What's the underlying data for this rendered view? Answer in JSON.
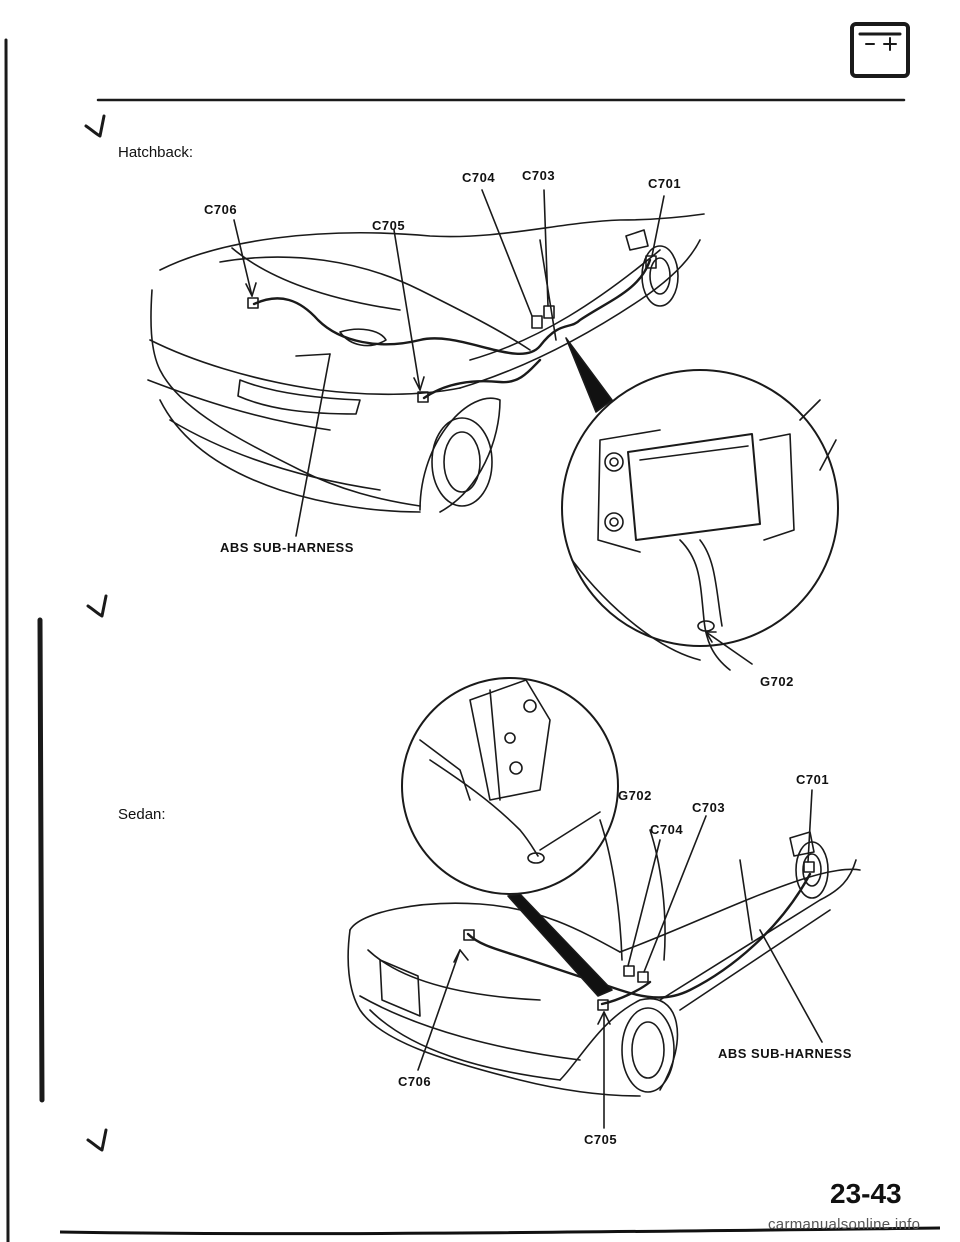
{
  "icons": {
    "section_icon": "battery-icon"
  },
  "hatchback": {
    "heading": "Hatchback:",
    "labels": {
      "c706": "C706",
      "c705": "C705",
      "c704": "C704",
      "c703": "C703",
      "c701": "C701",
      "g702": "G702",
      "harness": "ABS SUB-HARNESS"
    }
  },
  "sedan": {
    "heading": "Sedan:",
    "labels": {
      "g702": "G702",
      "c701": "C701",
      "c703": "C703",
      "c704": "C704",
      "c706": "C706",
      "c705": "C705",
      "harness": "ABS SUB-HARNESS"
    }
  },
  "page_number": "23-43",
  "watermark": "carmanualsonline.info"
}
